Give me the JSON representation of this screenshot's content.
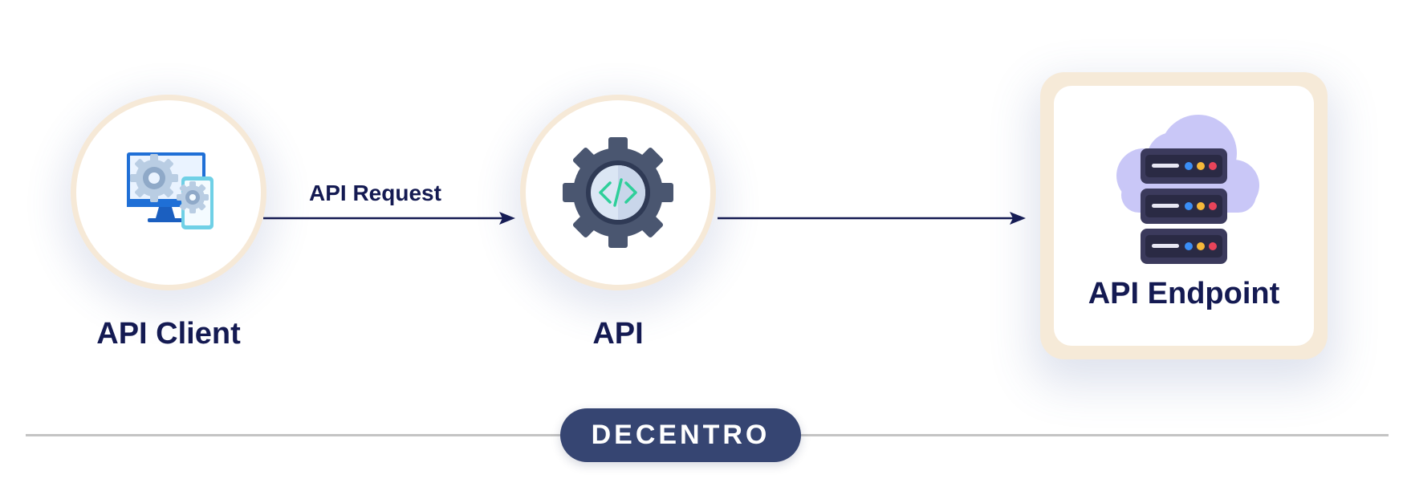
{
  "nodes": {
    "client": {
      "label": "API Client",
      "icon": "computer-gears-icon"
    },
    "api": {
      "label": "API",
      "icon": "gear-code-icon"
    },
    "endpoint": {
      "label": "API Endpoint",
      "icon": "cloud-server-icon"
    }
  },
  "edges": {
    "request": {
      "label": "API Request"
    }
  },
  "brand": {
    "name": "DECENTRO"
  },
  "colors": {
    "text_primary": "#141a52",
    "node_ring": "#f6e9d7",
    "gear_dark": "#4a5670",
    "code_accent": "#2ecf9a",
    "brand_pill": "#364572",
    "divider": "#c4c4c4",
    "cloud": "#c9c7f7",
    "server": "#3b3a5c"
  }
}
